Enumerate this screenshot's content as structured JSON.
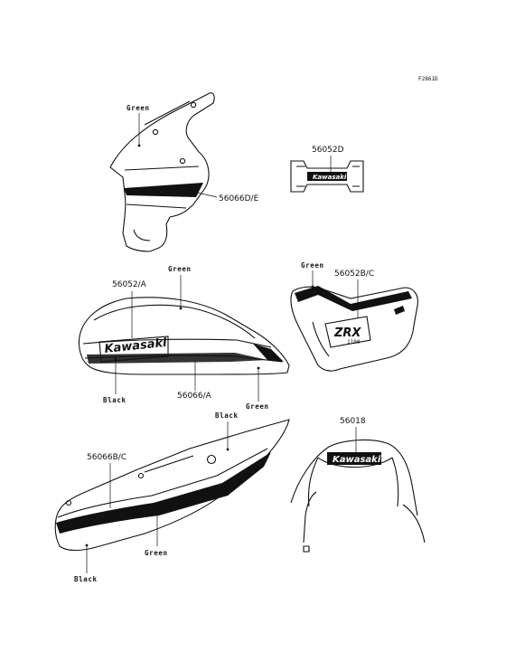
{
  "figure_code": "F2861D",
  "parts": {
    "cowl_side": {
      "part_number": "56066D/E",
      "color": "Green"
    },
    "top_emblem": {
      "part_number": "56052D"
    },
    "side_cover": {
      "part_number": "56052B/C",
      "color": "Green"
    },
    "fuel_tank": {
      "emblem_part_number": "56052/A",
      "stripe_part_number": "56066/A",
      "color_top": "Green",
      "color_left": "Black",
      "color_right": "Green",
      "emblem_text": "Kawasaki"
    },
    "seat_cowl": {
      "part_number": "56066B/C",
      "color_top": "Black",
      "color_left": "Black",
      "color_bottom": "Green"
    },
    "rear_emblem": {
      "part_number": "56018",
      "emblem_text": "Kawasaki"
    },
    "side_cover_emblem": {
      "model_text": "ZRX",
      "sub_text": "1100"
    }
  }
}
